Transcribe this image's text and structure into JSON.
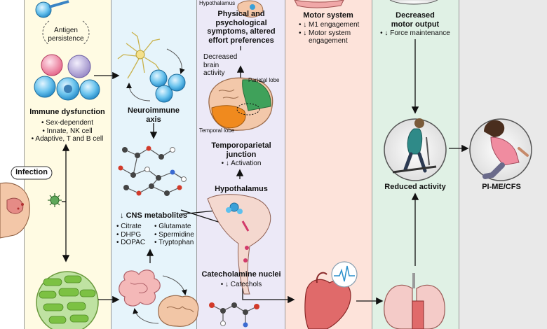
{
  "colors": {
    "col_infection": "#ffffff",
    "col_immune": "#fffbe3",
    "col_neuro": "#e6f4fb",
    "col_brain": "#ece9f7",
    "col_motor": "#fde3da",
    "col_activity": "#e0f1e5",
    "col_outcome": "#e9e9e9",
    "arrow": "#111111"
  },
  "immune": {
    "antigen_line1": "Antigen",
    "antigen_line2": "persistence",
    "title": "Immune dysfunction",
    "bullets": [
      "• Sex-dependent",
      "• Innate, NK cell",
      "• Adaptive, T and B cell"
    ]
  },
  "infection": {
    "label": "Infection"
  },
  "neuro": {
    "title_line1": "Neuroimmune",
    "title_line2": "axis",
    "cns_title": "↓ CNS metabolites",
    "metabolites_left": [
      "• Citrate",
      "• DHPG",
      "• DOPAC"
    ],
    "metabolites_right": [
      "• Glutamate",
      "• Spermidine",
      "• Tryptophan"
    ]
  },
  "brain": {
    "hypothalamus_top": "Hypothalamus",
    "symptoms_line1": "Physical and",
    "symptoms_line2": "psychological",
    "symptoms_line3": "symptoms, altered",
    "symptoms_line4": "effort preferences",
    "decreased_line1": "Decreased",
    "decreased_line2": "brain",
    "decreased_line3": "activity",
    "parietal": "Parietal lobe",
    "temporal": "Temporal lobe",
    "tpj_line1": "Temporoparietal",
    "tpj_line2": "junction",
    "tpj_sub": "• ↓ Activation",
    "hypothalamus": "Hypothalamus",
    "catecholamine": "Catecholamine nuclei",
    "catechols": "• ↓ Catechols"
  },
  "motor": {
    "title": "Motor system",
    "b1": "• ↓ M1 engagement",
    "b2_line1": "• ↓ Motor system",
    "b2_line2": "engagement"
  },
  "activity": {
    "decreased_line1": "Decreased",
    "decreased_line2": "motor output",
    "force": "• ↓ Force maintenance",
    "reduced": "Reduced activity"
  },
  "outcome": {
    "label": "PI-ME/CFS"
  }
}
